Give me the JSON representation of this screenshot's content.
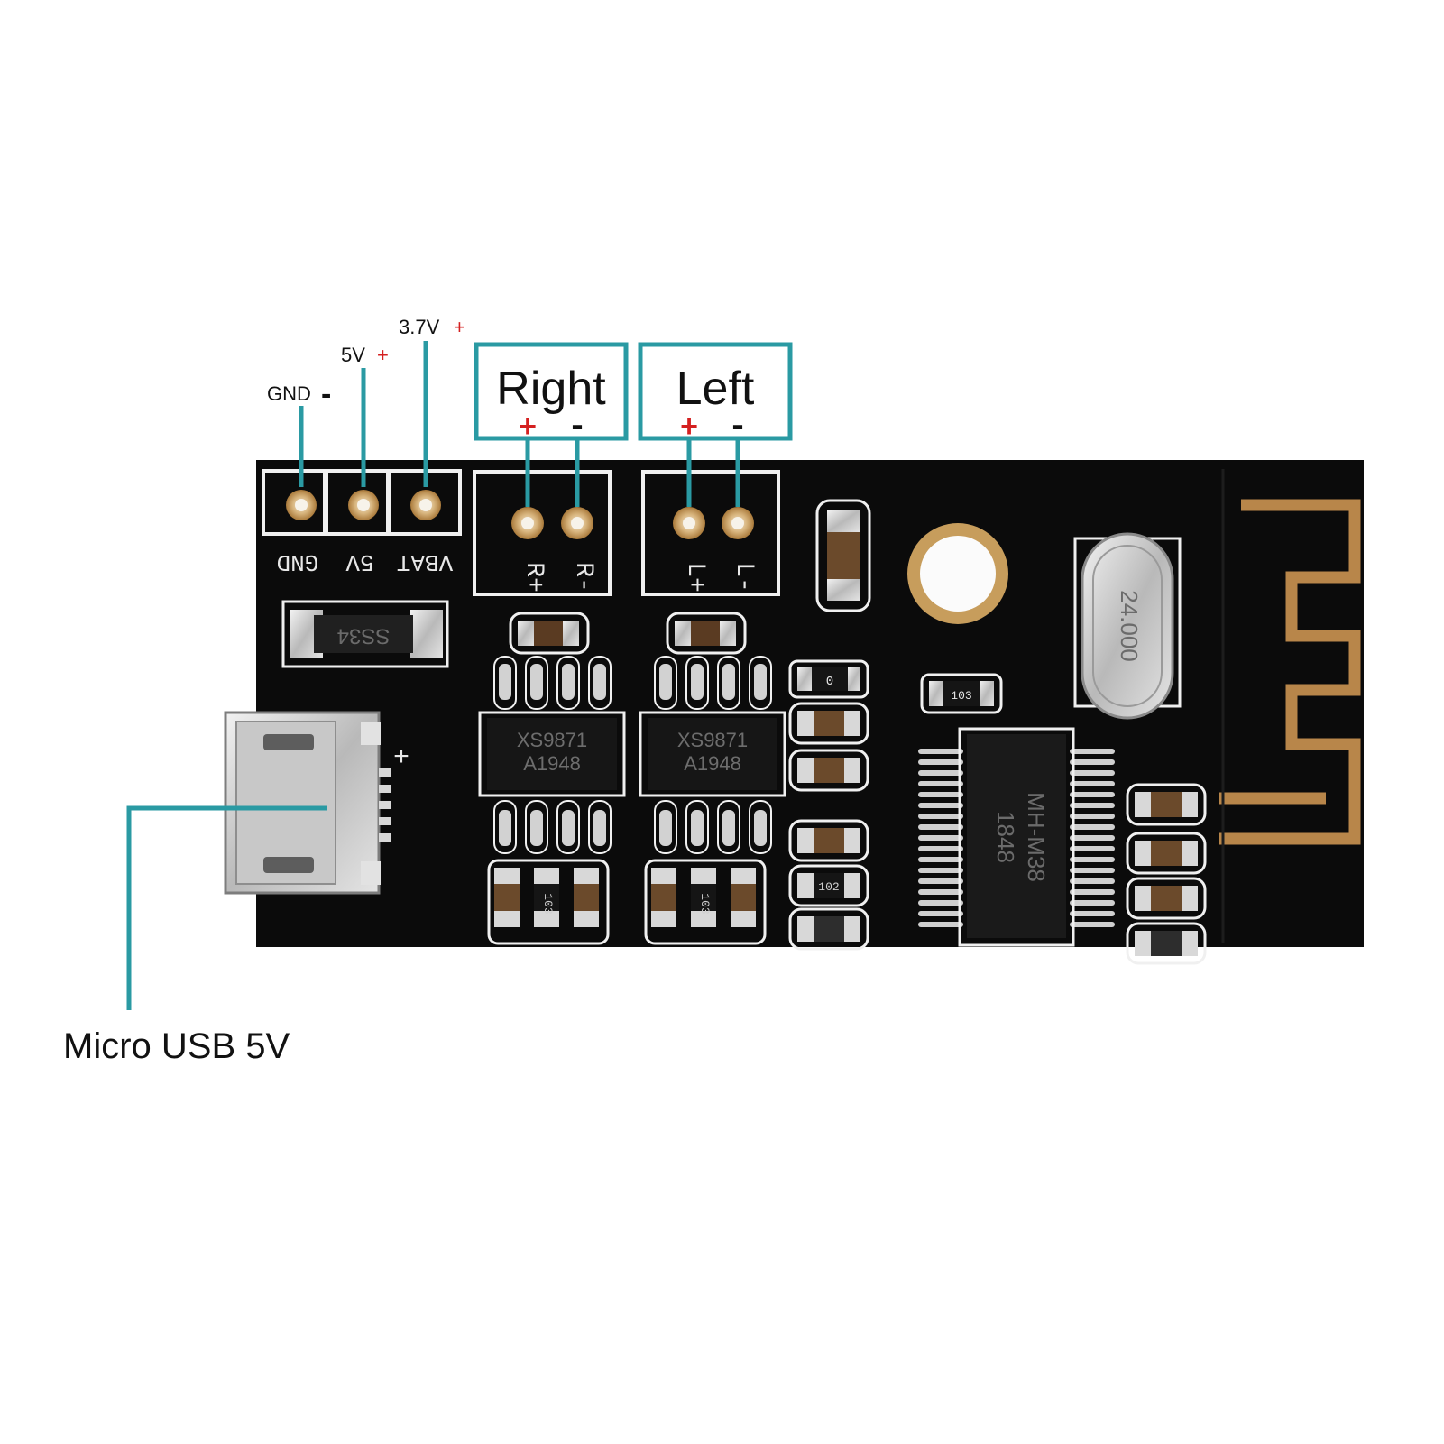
{
  "colors": {
    "callout": "#2a9aa3",
    "plus_sign": "#d42020",
    "board": "#0b0b0b",
    "silkscreen": "#f0f0f0",
    "copper": "#b8864a",
    "pad": "#c9a36a"
  },
  "labels": {
    "gnd": "GND",
    "gnd_sign": "-",
    "v5": "5V",
    "v5_sign": "+",
    "v37": "3.7V",
    "v37_sign": "+",
    "right": "Right",
    "left": "Left",
    "plus": "+",
    "minus": "-",
    "usb": "Micro USB 5V"
  },
  "silkscreen": {
    "gnd": "GND",
    "v5": "5V",
    "vbat": "VBAT",
    "r_plus": "R+",
    "r_minus": "R-",
    "l_plus": "L+",
    "l_minus": "L-",
    "usb_plus": "+"
  },
  "components": {
    "diode": "SS34",
    "amp_right": [
      "XS9871",
      "A1948"
    ],
    "amp_left": [
      "XS9871",
      "A1948"
    ],
    "crystal": "24.000",
    "module": [
      "MH-M38",
      "1848"
    ],
    "res_103_a": "103",
    "res_103_b": "103",
    "res_103_c": "103",
    "res_102": "102",
    "res_0": "0"
  }
}
